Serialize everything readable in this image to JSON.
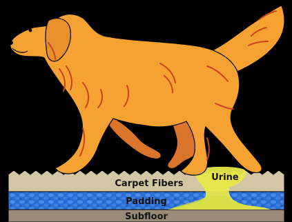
{
  "labels": {
    "carpet": "Carpet Fibers",
    "padding": "Padding",
    "subfloor": "Subfloor",
    "urine": "Urine"
  },
  "colors": {
    "background": "#000000",
    "dog_fur": "#F5A233",
    "dog_shadow": "#D9742A",
    "dog_lines": "#C9431D",
    "carpet": "#D3C6A4",
    "padding": "#2A6FD6",
    "padding_light": "#4C8CE8",
    "subfloor": "#9A8A7A",
    "urine": "#E8E84A"
  },
  "icons": {
    "dog": "golden-retriever-illustration"
  }
}
